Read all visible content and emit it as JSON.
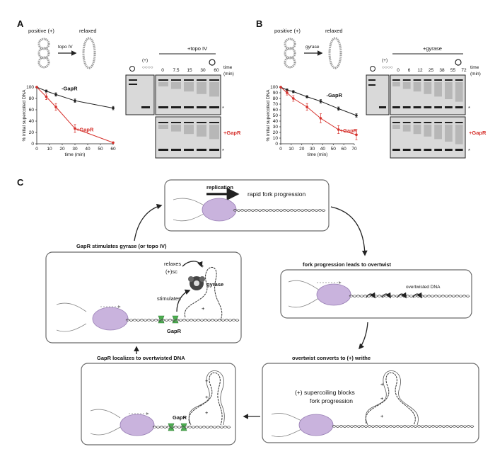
{
  "panelA": {
    "letter": "A",
    "schematic": {
      "positive": "positive (+)",
      "relaxed": "relaxed",
      "enzyme": "topo IV"
    },
    "gel": {
      "treatment": "+topo IV",
      "plus_label": "(+)",
      "time_label": "time",
      "time_unit": "(min)",
      "times": [
        "0",
        "7.5",
        "15",
        "30",
        "60"
      ],
      "gapr_label": "+GapR",
      "asterisk": "*"
    }
  },
  "panelB": {
    "letter": "B",
    "schematic": {
      "positive": "positive (+)",
      "relaxed": "relaxed",
      "enzyme": "gyrase"
    },
    "gel": {
      "treatment": "+gyrase",
      "plus_label": "(+)",
      "time_label": "time",
      "time_unit": "(min)",
      "times": [
        "0",
        "6",
        "12",
        "25",
        "38",
        "55",
        "72"
      ],
      "gapr_label": "+GapR",
      "asterisk": "*"
    }
  },
  "chart_data": [
    {
      "type": "line",
      "title": "",
      "xlabel": "time (min)",
      "ylabel": "% initial supercoiled DNA",
      "xlim": [
        0,
        60
      ],
      "ylim": [
        0,
        100
      ],
      "xticks": [
        "0",
        "10",
        "20",
        "30",
        "40",
        "50",
        "60"
      ],
      "yticks": [
        "0",
        "20",
        "40",
        "60",
        "80",
        "100"
      ],
      "series": [
        {
          "name": "-GapR",
          "color": "#222222",
          "x": [
            0,
            7.5,
            15,
            30,
            60
          ],
          "y": [
            100,
            93,
            87,
            76,
            63
          ],
          "err": [
            0,
            2,
            3,
            3,
            3
          ]
        },
        {
          "name": "+GapR",
          "color": "#d6302b",
          "x": [
            0,
            7.5,
            15,
            30,
            60
          ],
          "y": [
            100,
            83,
            65,
            27,
            2
          ],
          "err": [
            0,
            5,
            6,
            7,
            1
          ]
        }
      ]
    },
    {
      "type": "line",
      "title": "",
      "xlabel": "time (min)",
      "ylabel": "% initial supercoiled DNA",
      "xlim": [
        0,
        70
      ],
      "ylim": [
        0,
        100
      ],
      "xticks": [
        "0",
        "10",
        "20",
        "30",
        "40",
        "50",
        "60",
        "70"
      ],
      "yticks": [
        "0",
        "10",
        "20",
        "30",
        "40",
        "50",
        "60",
        "70",
        "80",
        "90",
        "100"
      ],
      "series": [
        {
          "name": "-GapR",
          "color": "#222222",
          "x": [
            0,
            6,
            12,
            25,
            38,
            55,
            72
          ],
          "y": [
            100,
            95,
            92,
            83,
            75,
            62,
            50
          ],
          "err": [
            0,
            2,
            2,
            2,
            3,
            3,
            3
          ]
        },
        {
          "name": "+GapR",
          "color": "#d6302b",
          "x": [
            0,
            6,
            12,
            25,
            38,
            55,
            72
          ],
          "y": [
            100,
            90,
            80,
            65,
            45,
            25,
            16
          ],
          "err": [
            0,
            4,
            5,
            6,
            8,
            7,
            9
          ]
        }
      ]
    }
  ],
  "panelC": {
    "letter": "C",
    "top": {
      "replication": "replication",
      "text": "rapid fork progression"
    },
    "right_upper": {
      "title": "fork progression leads to overtwist",
      "note": "overtwisted DNA"
    },
    "right_lower": {
      "title": "overtwist converts to (+) writhe",
      "line1": "(+) supercoiling blocks",
      "line2": "fork progression",
      "plus": "+"
    },
    "left_lower": {
      "title": "GapR localizes to overtwisted DNA",
      "gapr": "GapR",
      "plus": "+"
    },
    "left_upper": {
      "title": "GapR stimulates gyrase (or topo IV)",
      "relaxes": "relaxes",
      "psc": "(+)sc",
      "gyrase": "gyrase",
      "stimulates": "stimulates",
      "gapr": "GapR",
      "plus": "+"
    }
  }
}
